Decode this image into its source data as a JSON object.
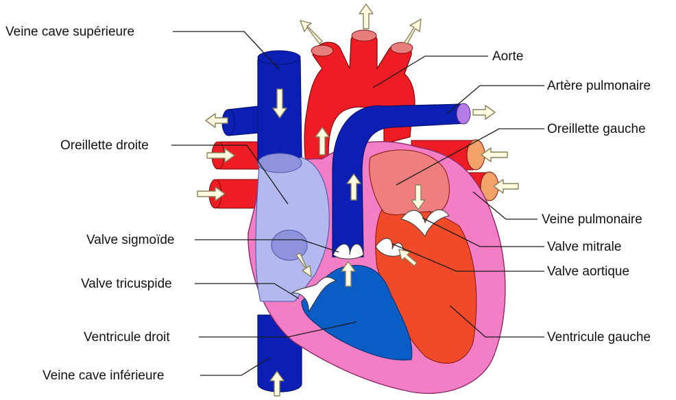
{
  "labels": {
    "vena_cava_superior": "Veine cave supérieure",
    "aorta": "Aorte",
    "pulmonary_artery": "Artère pulmonaire",
    "right_atrium": "Oreillette droite",
    "left_atrium": "Oreillette gauche",
    "pulmonary_vein": "Veine pulmonaire",
    "sigmoid_valve": "Valve sigmoïde",
    "mitral_valve": "Valve mitrale",
    "aortic_valve": "Valve aortique",
    "tricuspid_valve": "Valve tricuspide",
    "right_ventricle": "Ventricule droit",
    "left_ventricle": "Ventricule gauche",
    "vena_cava_inferior": "Veine cave inférieure"
  },
  "colors": {
    "oxygenated_blood": "#ee1c24",
    "deoxygenated_blood": "#0b1fb5",
    "right_ventricle": "#0b5dc6",
    "right_atrium": "#b3b8ee",
    "left_atrium": "#ef7f7f",
    "heart_wall": "#f37ec6",
    "valve": "#ffffff",
    "flow_arrow": "#fffbe0"
  }
}
